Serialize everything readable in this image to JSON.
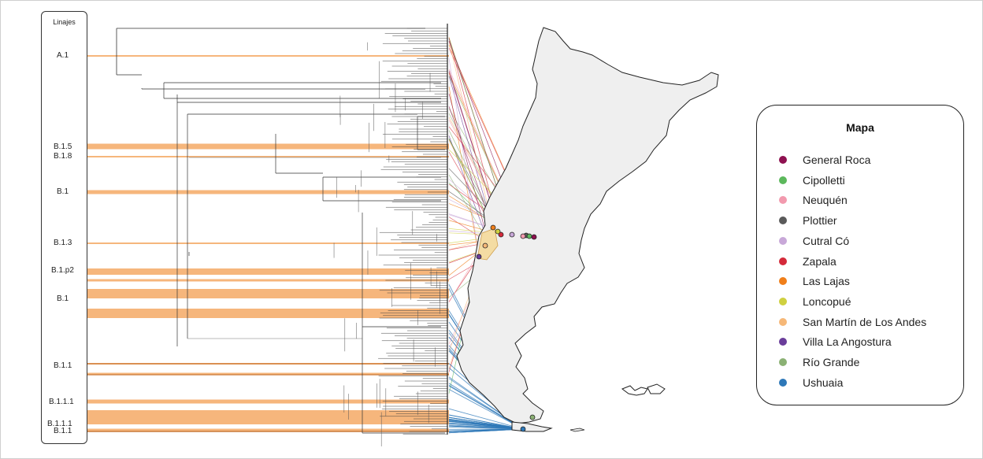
{
  "lineages": {
    "title": "Linajes",
    "labels": [
      "A.1",
      "B.1.5",
      "B.1.8",
      "B.1",
      "B.1.3",
      "B.1.p2",
      "B.1",
      "B.1.1",
      "B.1.1.1",
      "B.1.1.1",
      "B.1.1"
    ]
  },
  "legend": {
    "title": "Mapa",
    "items": [
      {
        "label": "General Roca",
        "color": "#8e1150"
      },
      {
        "label": "Cipolletti",
        "color": "#5cb85c"
      },
      {
        "label": "Neuquén",
        "color": "#f29aae"
      },
      {
        "label": "Plottier",
        "color": "#5a5a5a"
      },
      {
        "label": "Cutral Có",
        "color": "#c8a8d8"
      },
      {
        "label": "Zapala",
        "color": "#d42a3a"
      },
      {
        "label": "Las Lajas",
        "color": "#f07f1a"
      },
      {
        "label": "Loncopué",
        "color": "#cfd040"
      },
      {
        "label": "San Martín de Los Andes",
        "color": "#f6b878"
      },
      {
        "label": "Villa La Angostura",
        "color": "#6a3d9a"
      },
      {
        "label": "Río Grande",
        "color": "#8bb174"
      },
      {
        "label": "Ushuaia",
        "color": "#2e78b8"
      }
    ]
  },
  "colors": {
    "highlight": "#f6b67c",
    "tree": "#333333",
    "map_fill": "#efefef",
    "map_stroke": "#222222"
  }
}
